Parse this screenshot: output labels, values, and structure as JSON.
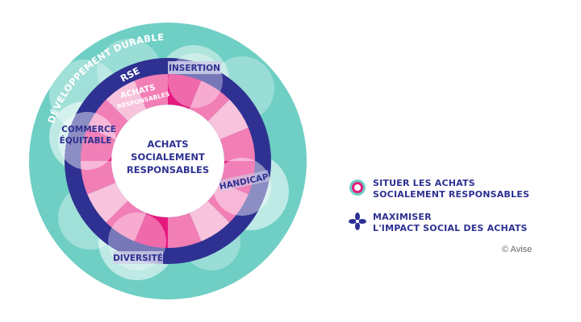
{
  "diagram": {
    "center_title": [
      "ACHATS",
      "SOCIALEMENT",
      "RESPONSABLES"
    ],
    "outer_ring_label": "DÉVELOPPEMENT DURABLE",
    "rse_label": "RSE",
    "achats_responsables_label": [
      "ACHATS",
      "RESPONSABLES"
    ],
    "petal_labels": {
      "insertion": "INSERTION",
      "commerce_equitable": [
        "COMMERCE",
        "ÉQUITABLE"
      ],
      "handicap": "HANDICAP",
      "diversite": "DIVERSITÉ"
    }
  },
  "legend": {
    "item1": [
      "SITUER LES ACHATS",
      "SOCIALEMENT RESPONSABLES"
    ],
    "item2": [
      "MAXIMISER",
      "L'IMPACT SOCIAL DES ACHATS"
    ]
  },
  "credit": "© Avise",
  "colors": {
    "teal": "#6fcfc4",
    "navy": "#2e3192",
    "magenta": "#e6197f",
    "pink": "#f27eb6",
    "light_pink": "#f8c3dc",
    "lavender": "#b8b6dd",
    "white": "#ffffff"
  }
}
